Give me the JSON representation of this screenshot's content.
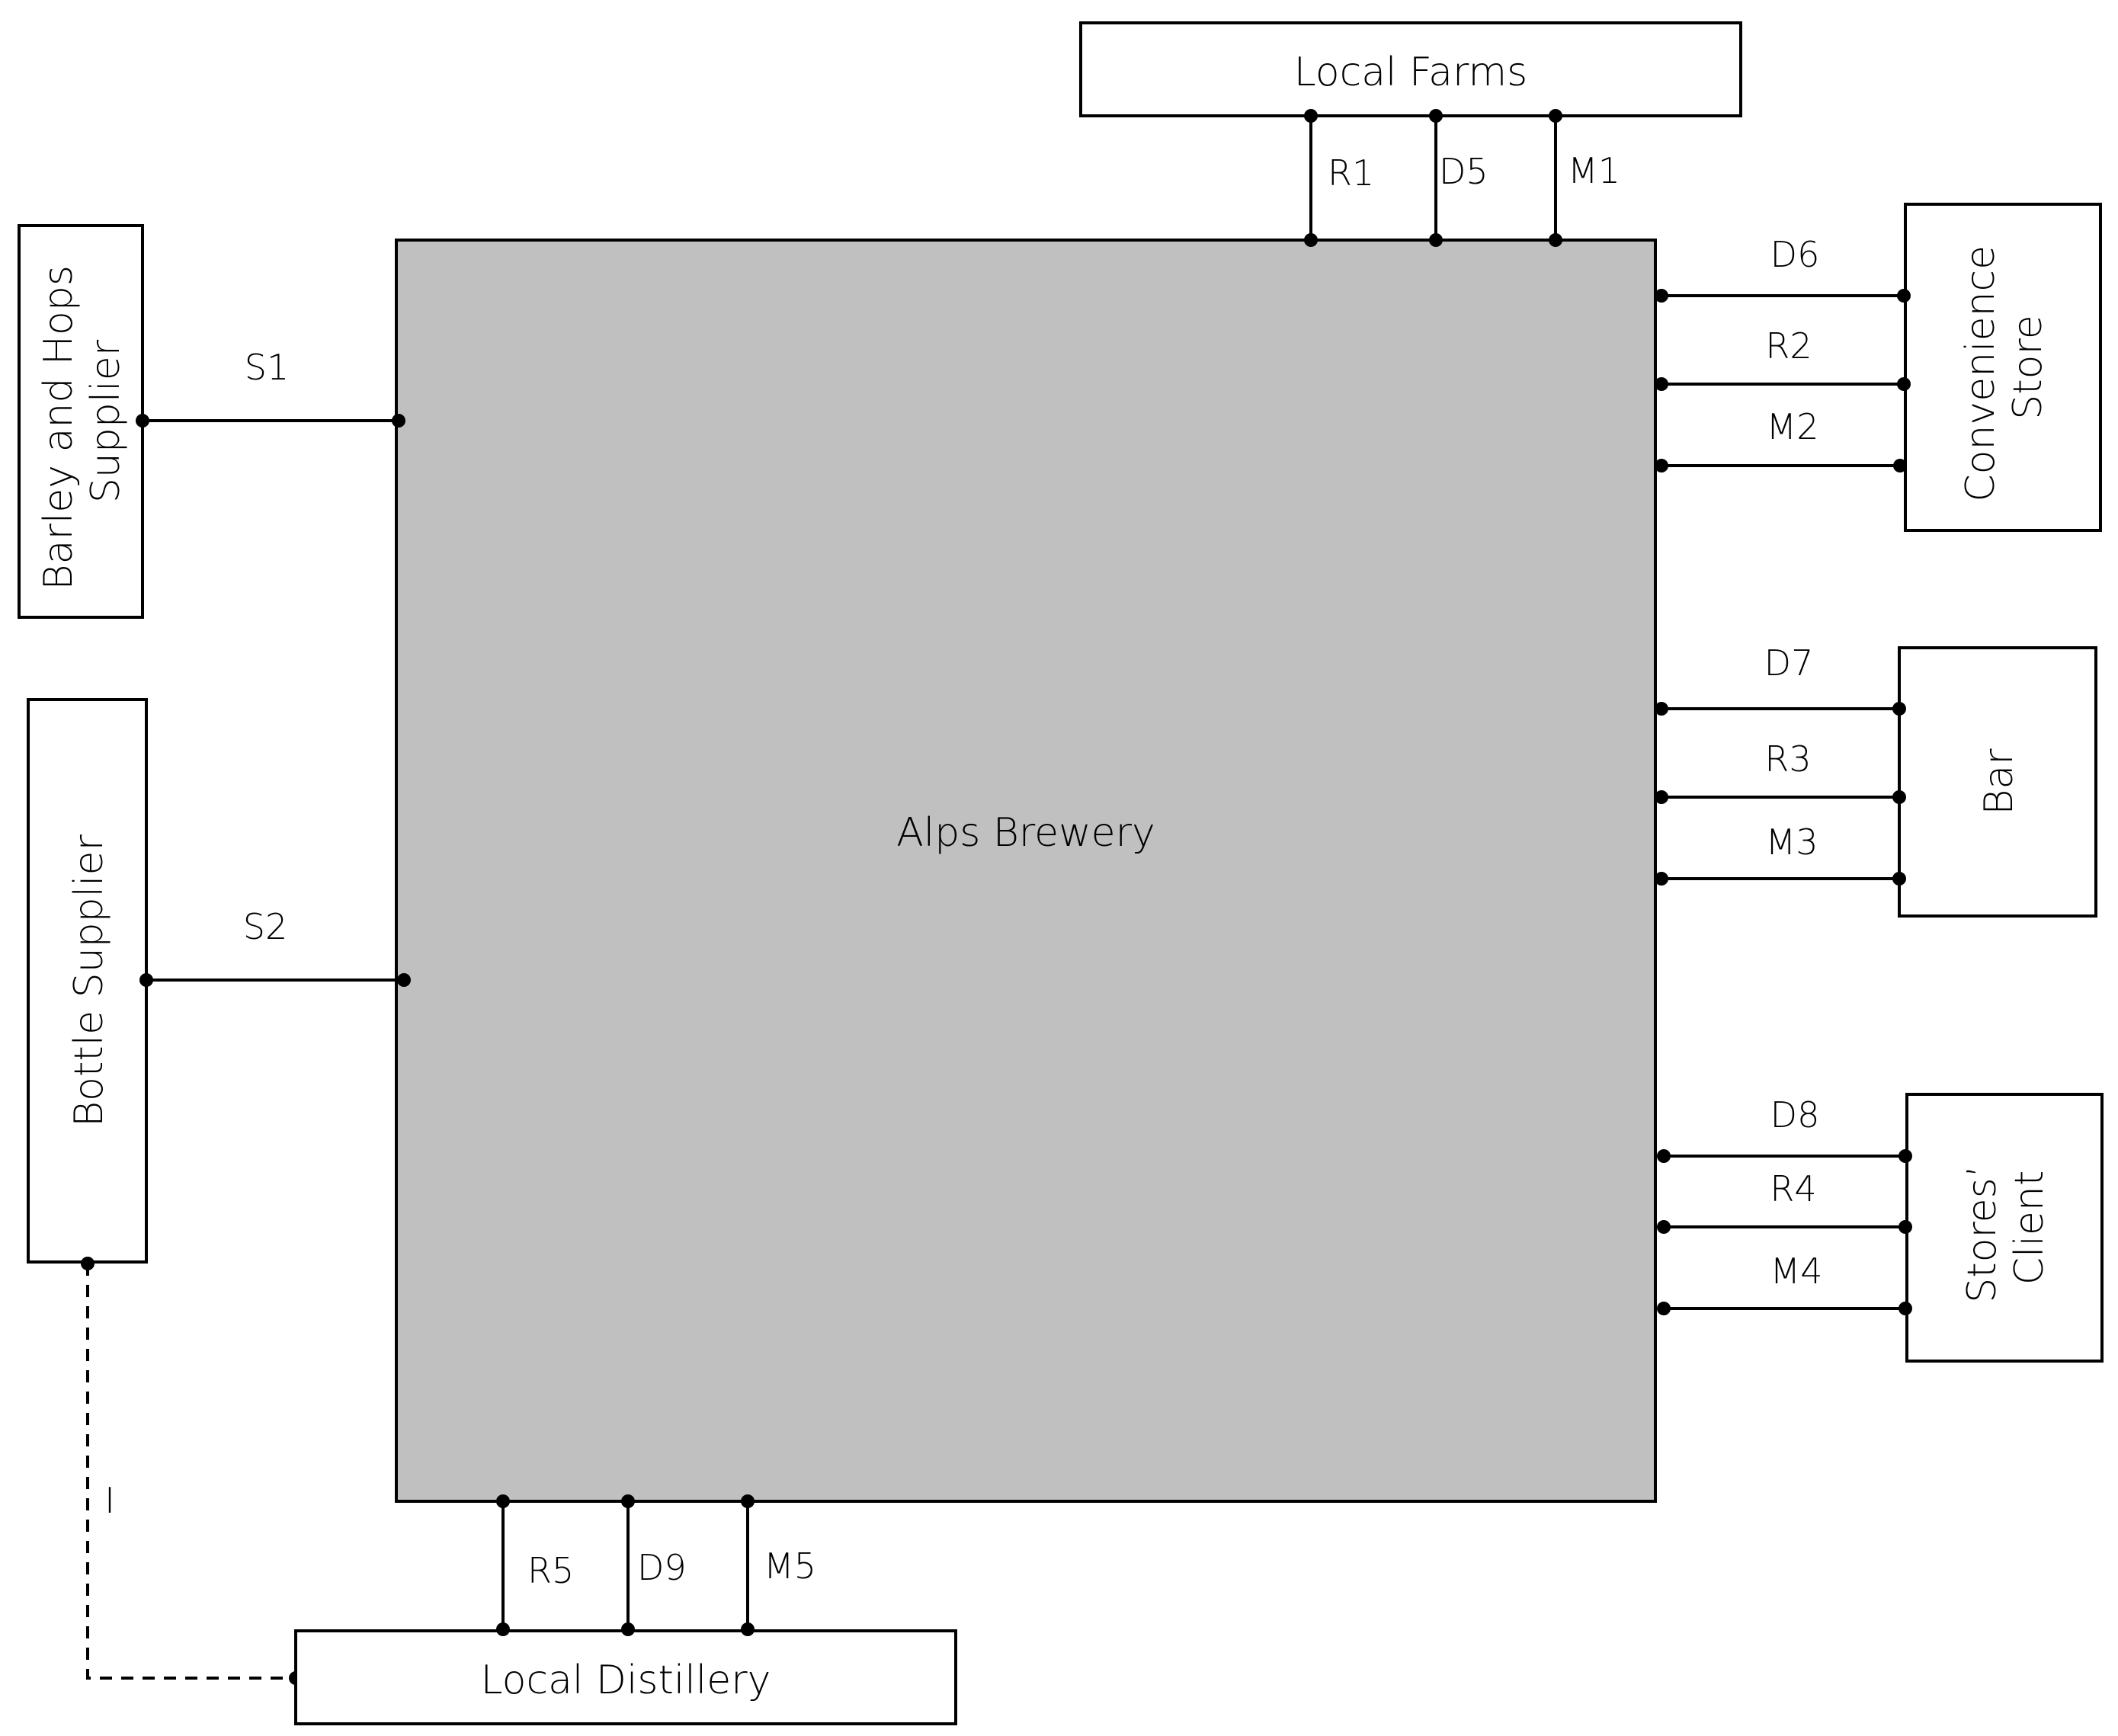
{
  "entities": {
    "main": "Alps Brewery",
    "local_farms": "Local Farms",
    "barley_hops": [
      "Barley and Hops",
      "Supplier"
    ],
    "bottle_supplier": "Bottle Supplier",
    "convenience_store": [
      "Convenience",
      "Store"
    ],
    "bar": "Bar",
    "stores_client": [
      "Stores’",
      "Client"
    ],
    "local_distillery": "Local Distillery"
  },
  "links": {
    "r1": "R1",
    "d5": "D5",
    "m1": "M1",
    "s1": "S1",
    "s2": "S2",
    "d6": "D6",
    "r2": "R2",
    "m2": "M2",
    "d7": "D7",
    "r3": "R3",
    "m3": "M3",
    "d8": "D8",
    "r4": "R4",
    "m4": "M4",
    "r5": "R5",
    "d9": "D9",
    "m5": "M5",
    "i": "I"
  },
  "colors": {
    "main_fill": "#c0c0c0",
    "line": "#000000"
  }
}
